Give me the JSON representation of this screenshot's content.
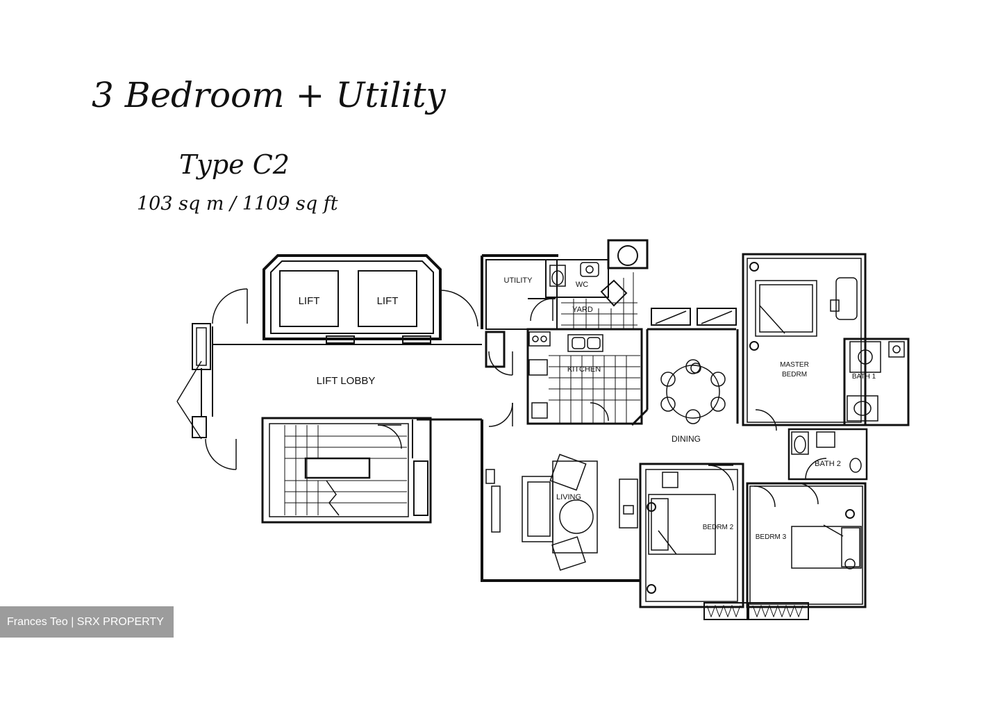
{
  "header": {
    "title": "3 Bedroom + Utility",
    "type": "Type C2",
    "area": "103 sq m / 1109 sq ft"
  },
  "rooms": {
    "lift_1": "LIFT",
    "lift_2": "LIFT",
    "lift_lobby": "LIFT LOBBY",
    "utility": "UTILITY",
    "wc": "WC",
    "yard": "YARD",
    "kitchen": "KITCHEN",
    "dining": "DINING",
    "living": "LIVING",
    "master_bedroom_line1": "MASTER",
    "master_bedroom_line2": "BEDRM",
    "bath_1": "BATH 1",
    "bath_2": "BATH 2",
    "bedroom_2": "BEDRM 2",
    "bedroom_3": "BEDRM 3"
  },
  "watermark": {
    "text": "Frances Teo | SRX PROPERTY"
  }
}
